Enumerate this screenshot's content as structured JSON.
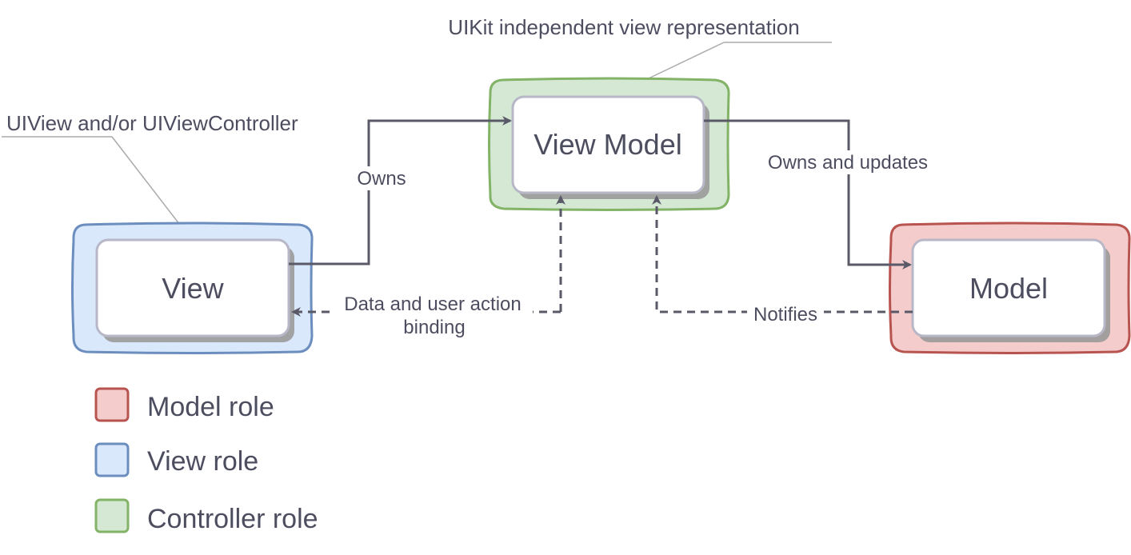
{
  "nodes": {
    "view": {
      "label": "View",
      "role": "view"
    },
    "view_model": {
      "label": "View Model",
      "role": "controller"
    },
    "model": {
      "label": "Model",
      "role": "model"
    }
  },
  "notes": {
    "view_note": "UIView and/or UIViewController",
    "view_model_note": "UIKit independent view representation"
  },
  "edges": {
    "owns": "Owns",
    "owns_and_updates": "Owns and updates",
    "binding_line1": "Data and user action",
    "binding_line2": "binding",
    "notifies": "Notifies"
  },
  "legend": [
    {
      "label": "Model role",
      "role": "model"
    },
    {
      "label": "View role",
      "role": "view"
    },
    {
      "label": "Controller role",
      "role": "controller"
    }
  ],
  "colors": {
    "model_fill": "#f4cccc",
    "model_stroke": "#b85450",
    "view_fill": "#dae8fc",
    "view_stroke": "#6c8ebf",
    "controller_fill": "#d5e8d4",
    "controller_stroke": "#82b366",
    "inner_fill": "#ffffff",
    "inner_stroke": "#b7b7c7",
    "shadow": "#9a9a9a",
    "connector": "#595968",
    "callout_line": "#aaaaaa",
    "text": "#4d4d60"
  }
}
